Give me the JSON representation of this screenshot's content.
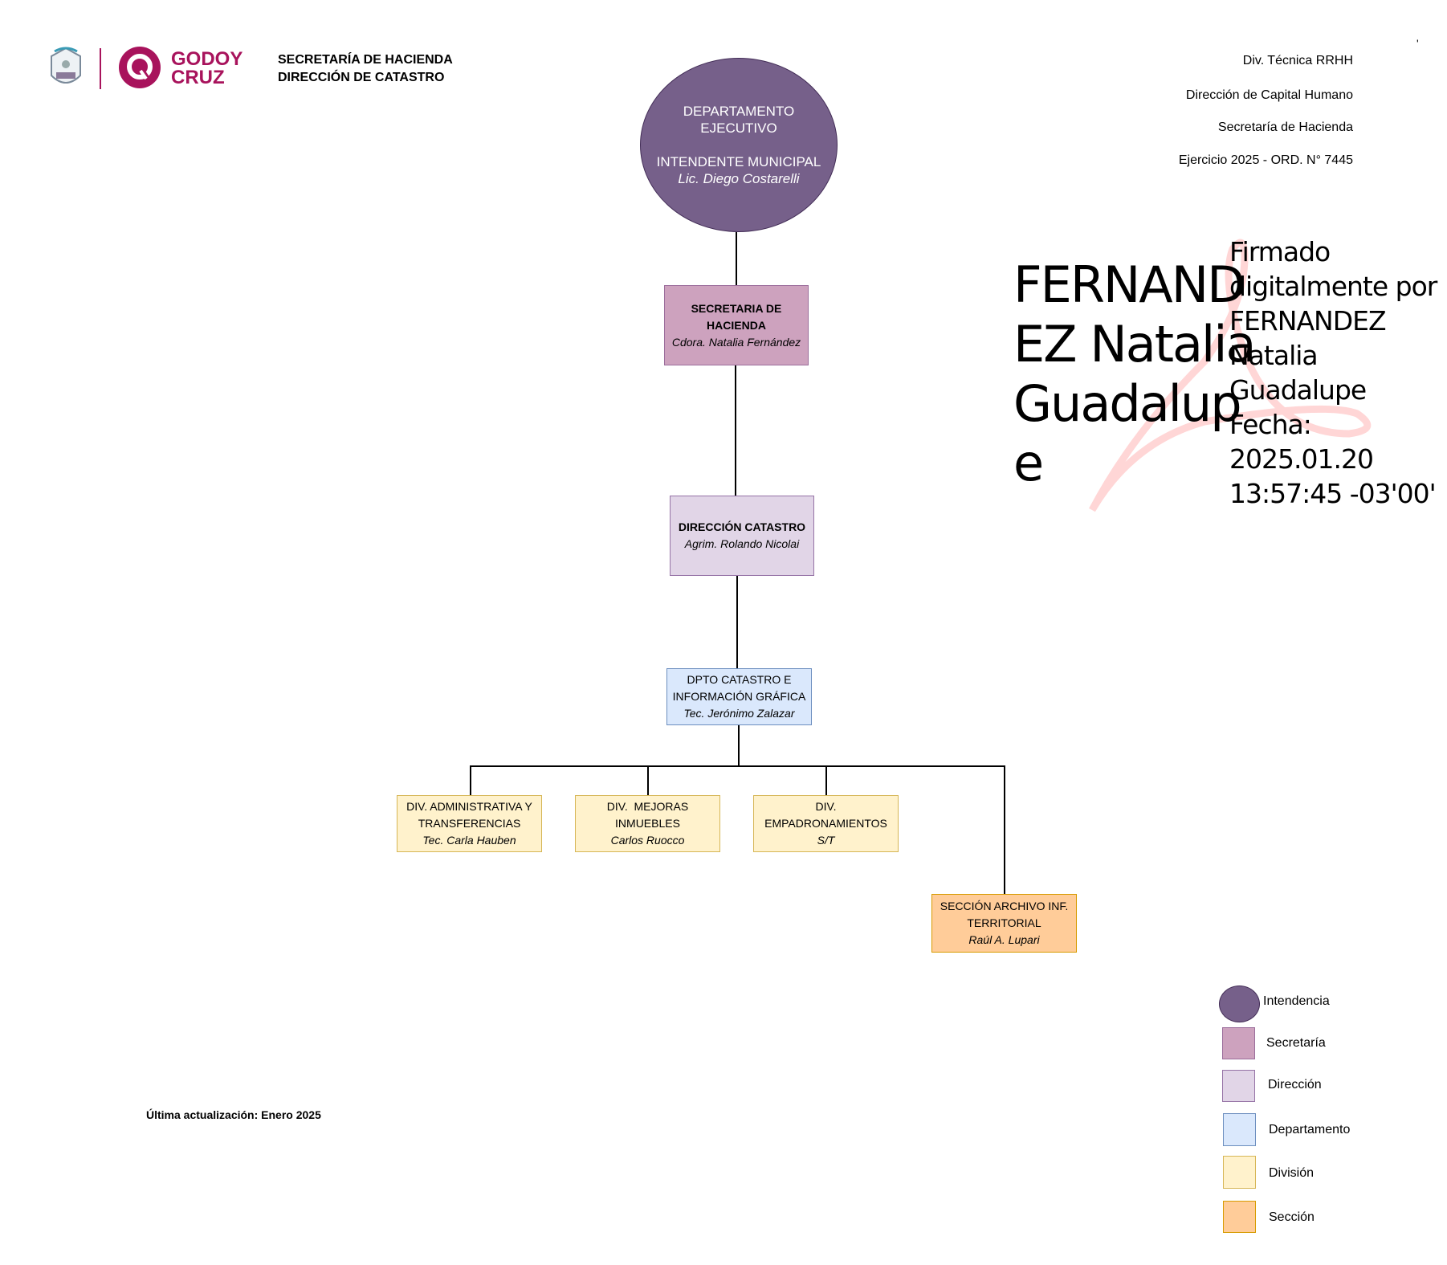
{
  "header": {
    "logo_text_line1": "GODOY",
    "logo_text_line2": "CRUZ",
    "title_line1": "SECRETARÍA DE HACIENDA",
    "title_line2": "DIRECCIÓN DE CATASTRO",
    "right_lines": [
      "Div. Técnica RRHH",
      "Dirección de Capital Humano",
      "Secretaría de Hacienda",
      "Ejercicio 2025 - ORD. N° 7445"
    ],
    "tick_mark": "'"
  },
  "nodes": {
    "ejecutivo": {
      "line1": "DEPARTAMENTO",
      "line2": "EJECUTIVO",
      "line3": "INTENDENTE MUNICIPAL",
      "person": "Lic. Diego Costarelli"
    },
    "secretaria": {
      "line1": "SECRETARIA DE",
      "line2": "HACIENDA",
      "person": "Cdora. Natalia Fernández"
    },
    "direccion": {
      "line1": "DIRECCIÓN CATASTRO",
      "person": "Agrim. Rolando Nicolai"
    },
    "departamento": {
      "line1": "DPTO CATASTRO E",
      "line2": "INFORMACIÓN GRÁFICA",
      "person": "Tec. Jerónimo Zalazar"
    },
    "div_admin": {
      "line1": "DIV. ADMINISTRATIVA Y",
      "line2": "TRANSFERENCIAS",
      "person": "Tec. Carla Hauben"
    },
    "div_mejoras": {
      "line1": "DIV.  MEJORAS",
      "line2": "INMUEBLES",
      "person": "Carlos Ruocco"
    },
    "div_empadron": {
      "line1": "DIV.",
      "line2": "EMPADRONAMIENTOS",
      "person": "S/T"
    },
    "seccion_archivo": {
      "line1": "SECCIÓN ARCHIVO INF.",
      "line2": "TERRITORIAL",
      "person": "Raúl A. Lupari"
    }
  },
  "signature": {
    "name_lines": [
      "FERNAND",
      "EZ Natalia",
      "Guadalup",
      "e"
    ],
    "detail_lines": [
      "Firmado",
      "digitalmente por",
      "FERNANDEZ",
      "Natalia",
      "Guadalupe",
      "Fecha:",
      "2025.01.20",
      "13:57:45 -03'00'"
    ]
  },
  "legend": [
    {
      "label": "Intendencia",
      "color": "#76608a"
    },
    {
      "label": "Secretaría",
      "color": "#cda2be"
    },
    {
      "label": "Dirección",
      "color": "#e1d5e7"
    },
    {
      "label": "Departamento",
      "color": "#dae8fc"
    },
    {
      "label": "División",
      "color": "#fff2cc"
    },
    {
      "label": "Sección",
      "color": "#ffcc99"
    }
  ],
  "footer": {
    "updated": "Última actualización: Enero 2025"
  },
  "colors": {
    "brand": "#a8135c",
    "intendencia": "#76608a"
  }
}
